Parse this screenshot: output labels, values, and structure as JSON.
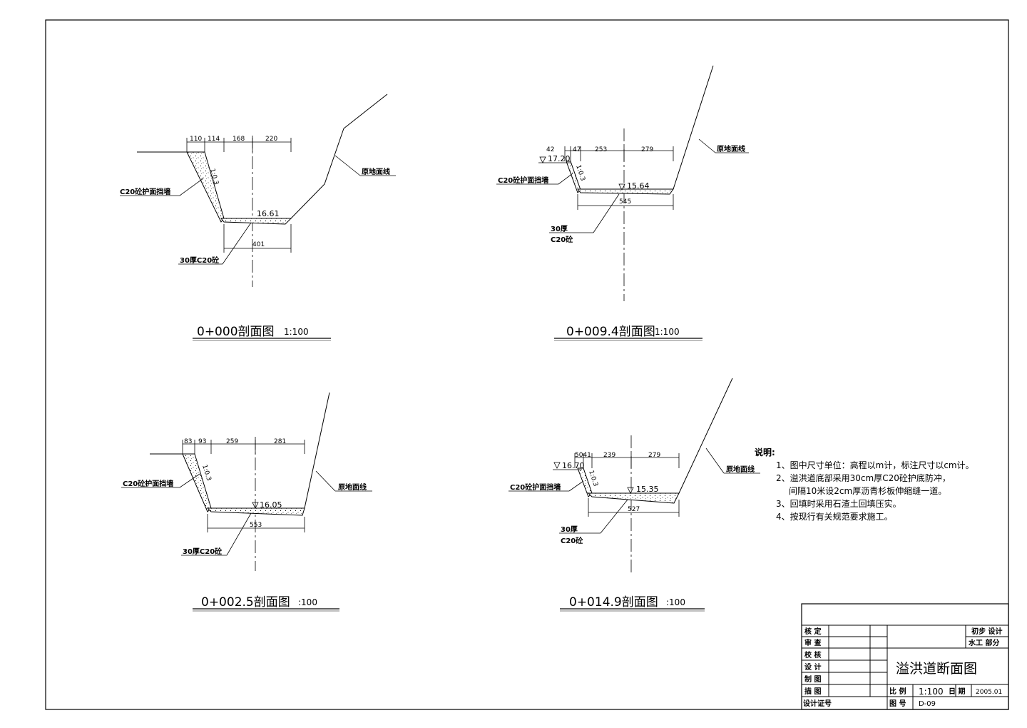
{
  "sections": [
    {
      "title": "0+000剖面图",
      "scale": "1:100",
      "top_dims": [
        "110",
        "114",
        "168",
        "220"
      ],
      "slope": "1:0.3",
      "wall_label": "C20砼护面挡墙",
      "floor_elev": "16.61",
      "bottom_dim": "401",
      "floor_label": "30厚C20砼",
      "ground_label": "原地面线"
    },
    {
      "title": "0+009.4剖面图",
      "scale": "1:100",
      "top_dims": [
        "42",
        "47",
        "253",
        "279"
      ],
      "top_elev": "17.20",
      "slope": "1:0.3",
      "wall_label": "C20砼护面挡墙",
      "floor_elev": "15.64",
      "bottom_dim": "545",
      "floor_label_1": "30厚",
      "floor_label_2": "C20砼",
      "ground_label": "原地面线"
    },
    {
      "title": "0+002.5剖面图",
      "scale": ":100",
      "top_dims": [
        "83",
        "93",
        "259",
        "281"
      ],
      "slope": "1:0.3",
      "wall_label": "C20砼护面挡墙",
      "floor_elev": "16.05",
      "bottom_dim": "553",
      "floor_label": "30厚C20砼",
      "ground_label": "原地面线"
    },
    {
      "title": "0+014.9剖面图",
      "scale": ":100",
      "top_dims": [
        "5041",
        "239",
        "279"
      ],
      "top_elev": "16.70",
      "slope": "1:0.3",
      "wall_label": "C20砼护面挡墙",
      "floor_elev": "15.35",
      "bottom_dim": "527",
      "floor_label_1": "30厚",
      "floor_label_2": "C20砼",
      "ground_label": "原地面线"
    }
  ],
  "notes": {
    "heading": "说明:",
    "lines": [
      "1、图中尺寸单位：高程以m计，标注尺寸以cm计。",
      "2、溢洪道底部采用30cm厚C20砼护底防冲，",
      "间隔10米设2cm厚沥青杉板伸缩缝一道。",
      "3、回填时采用石渣土回填压实。",
      "4、按现行有关规范要求施工。"
    ]
  },
  "title_block": {
    "roles": [
      "核  定",
      "审  查",
      "校  核",
      "设  计",
      "制  图",
      "描  图",
      "设计证号"
    ],
    "stage": "初步  设计",
    "discipline": "水工  部分",
    "drawing_title": "溢洪道断面图",
    "scale_label": "比  例",
    "scale_value": "1:100",
    "date_label": "日  期",
    "date_value": "2005.01",
    "drawing_no_label": "图  号",
    "drawing_no_value": "D-09"
  }
}
